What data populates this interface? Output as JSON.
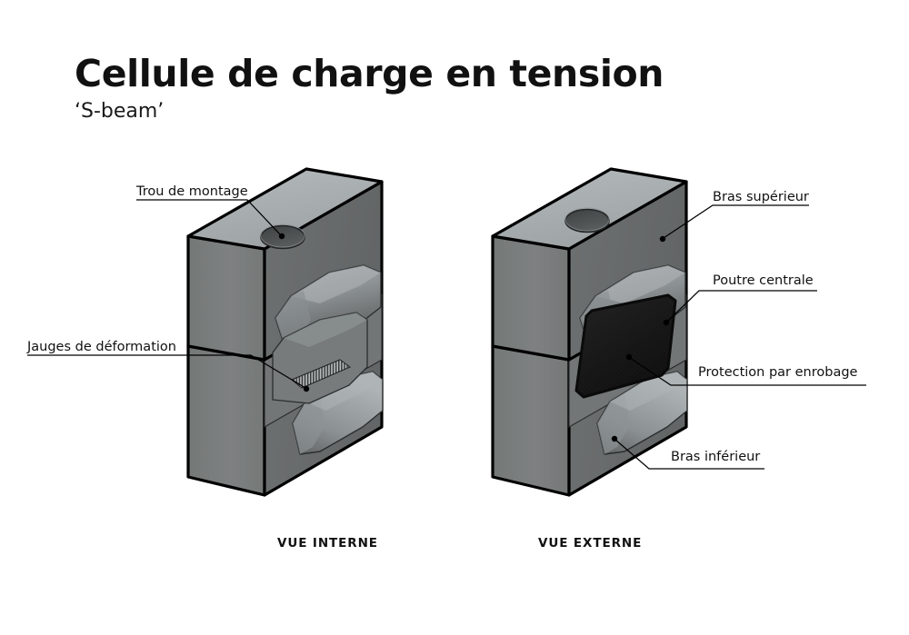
{
  "header": {
    "title": "Cellule de charge en tension",
    "subtitle": "‘S-beam’"
  },
  "captions": {
    "left": "VUE INTERNE",
    "right": "VUE EXTERNE"
  },
  "labels": {
    "mounting_hole": "Trou de montage",
    "strain_gauges": "Jauges de déformation",
    "upper_arm": "Bras supérieur",
    "central_beam": "Poutre centrale",
    "potting_protection": "Protection par enrobage",
    "lower_arm": "Bras inférieur"
  },
  "colors": {
    "background": "#ffffff",
    "outline": "#000000",
    "metal_top": "#a9aeb0",
    "metal_front": "#7a7d7c",
    "metal_side": "#6e7170",
    "metal_cavity_light": "#9aa0a2",
    "metal_cavity_dark": "#5f6362",
    "hole_fill": "#4a4d4d",
    "potting": "#1b1b1b",
    "leader_line": "#000000",
    "text": "#111111"
  },
  "views": {
    "left": {
      "name": "internal-cutaway-view",
      "features": [
        "mounting-hole",
        "upper-arm",
        "central-beam",
        "strain-gauge-grid",
        "lower-arm",
        "upper-cavity",
        "lower-cavity"
      ]
    },
    "right": {
      "name": "external-view",
      "features": [
        "mounting-hole",
        "upper-arm",
        "central-beam",
        "potting-compound",
        "lower-arm",
        "upper-cavity",
        "lower-cavity"
      ]
    }
  }
}
